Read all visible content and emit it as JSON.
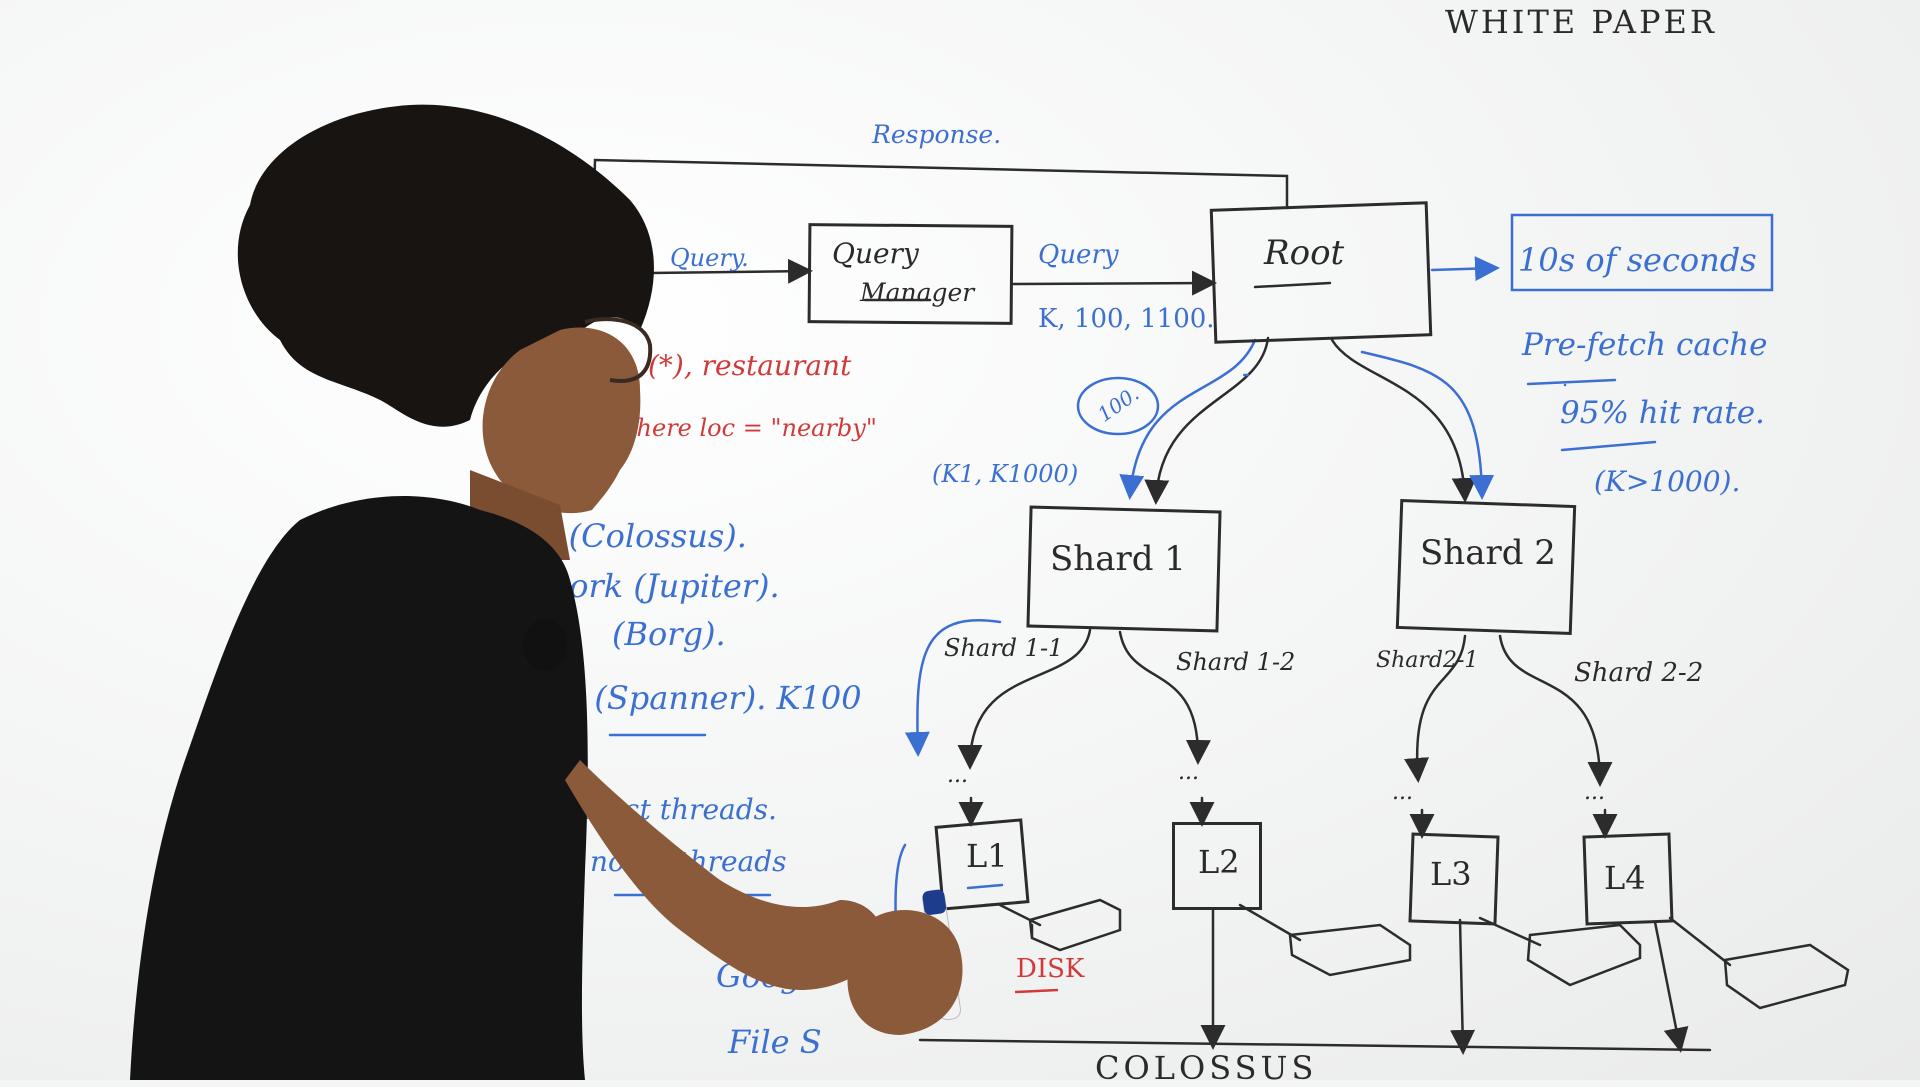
{
  "title": "WHITE PAPER",
  "diagram": {
    "response_label": "Response.",
    "query_in_label": "Query.",
    "query_manager_line1": "Query",
    "query_manager_line2": "Manager",
    "query_out_label": "Query",
    "query_params": "K, 100, 1100.",
    "root_label": "Root",
    "latency_label": "10s of seconds",
    "prefetch_label": "Pre-fetch cache",
    "hit_rate_label": "95% hit rate.",
    "k_greater_label": "(K>1000).",
    "hundred_label": "100.",
    "k_range_label": "(K1, K1000)",
    "shard1_label": "Shard 1",
    "shard2_label": "Shard 2",
    "shard1_1_label": "Shard 1-1",
    "shard1_2_label": "Shard 1-2",
    "shard2_1_label": "Shard2-1",
    "shard2_2_label": "Shard 2-2",
    "leaf1": "L1",
    "leaf2": "L2",
    "leaf3": "L3",
    "leaf4": "L4",
    "disk_label": "DISK",
    "colossus_label": "COLOSSUS",
    "ellipsis": "..."
  },
  "notes": {
    "restaurant": "(*), restaurant",
    "where_loc": "where loc = \"nearby\"",
    "storage": "age (Colossus).",
    "network": "Network (Jupiter).",
    "compute": "(Borg).",
    "spanner": "ting (Spanner). K100",
    "threads1": "chinest threads.",
    "threads2": "no. of threads",
    "google_fs1": "Google",
    "google_fs2": "File S"
  },
  "colors": {
    "marker_black": "#2a2a2a",
    "marker_blue": "#3b6fd1",
    "marker_red": "#d13a3a",
    "board": "#f4f5f5"
  }
}
